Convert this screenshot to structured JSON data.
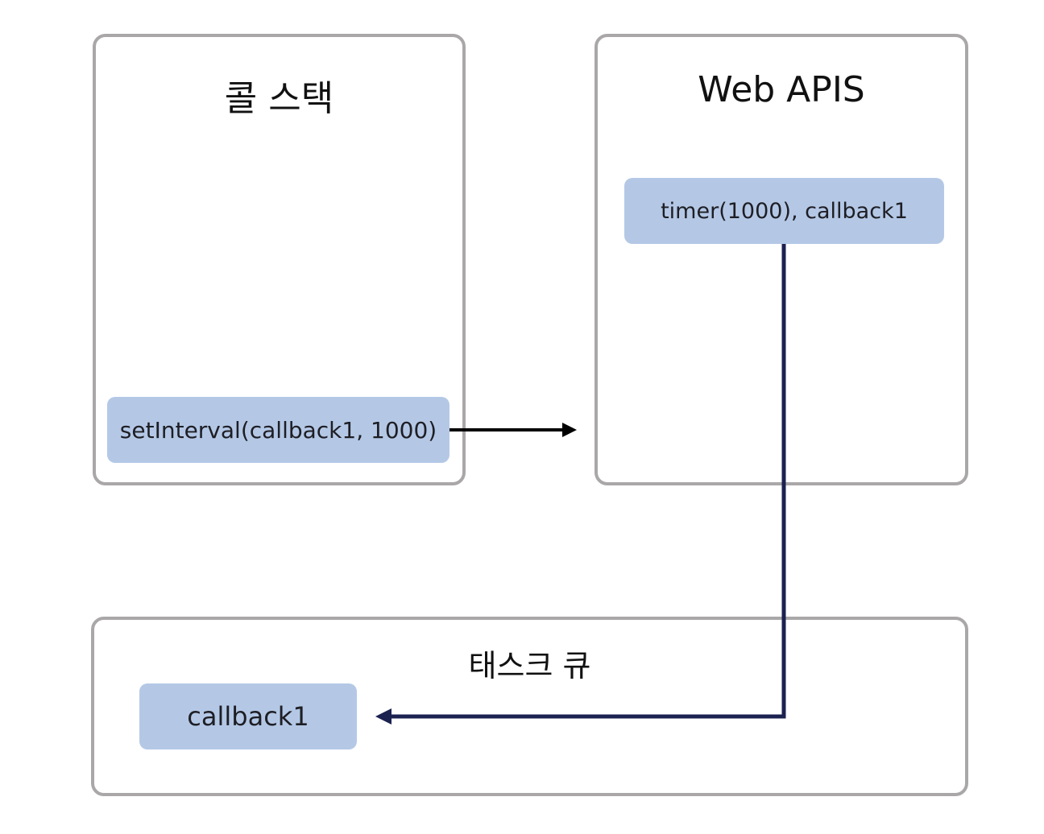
{
  "panels": {
    "call_stack": {
      "title": "콜 스택"
    },
    "web_apis": {
      "title": "Web APIS"
    },
    "task_queue": {
      "title": "태스크 큐"
    }
  },
  "chips": {
    "set_interval": "setInterval(callback1, 1000)",
    "timer": "timer(1000), callback1",
    "callback": "callback1"
  },
  "colors": {
    "panel_border": "#aaa7a8",
    "chip_fill": "#b4c8e6",
    "arrow_black": "#000000",
    "arrow_navy": "#1b2250"
  },
  "arrows": [
    {
      "from": "set_interval",
      "to": "web_apis",
      "color": "black"
    },
    {
      "from": "timer",
      "to": "callback",
      "color": "navy"
    }
  ]
}
